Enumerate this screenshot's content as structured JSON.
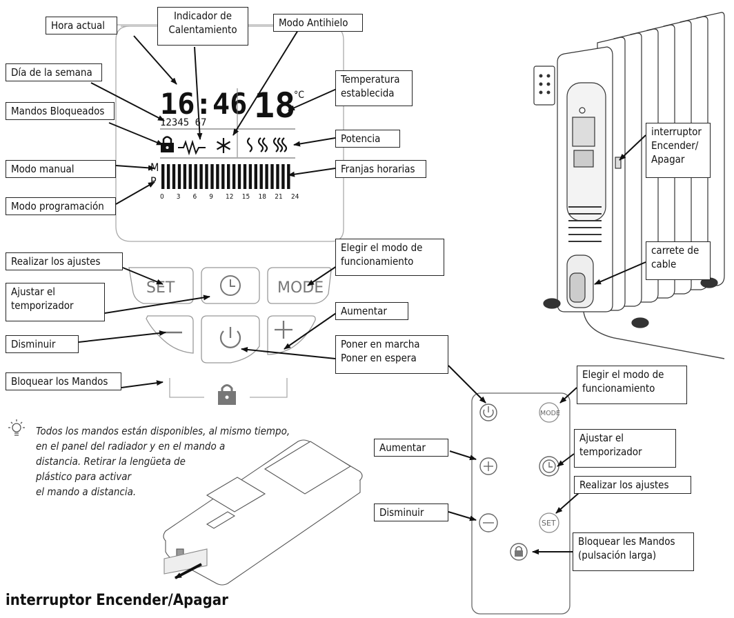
{
  "labels": {
    "hora_actual": "Hora actual",
    "indicador": [
      "Indicador de",
      "Calentamiento"
    ],
    "modo_antihielo": "Modo Antihielo",
    "dia_semana": "Día de la semana",
    "temperatura": [
      "Temperatura",
      "establecida"
    ],
    "mandos_bloqueados": "Mandos Bloqueados",
    "potencia": "Potencia",
    "modo_manual": "Modo manual",
    "franjas": "Franjas horarias",
    "modo_programacion": "Modo programación",
    "realizar_ajustes": "Realizar los ajustes",
    "elegir_modo": [
      "Elegir el modo de",
      "funcionamiento"
    ],
    "ajustar_temporizador": [
      "Ajustar el",
      "temporizador"
    ],
    "aumentar": "Aumentar",
    "disminuir": "Disminuir",
    "poner_marcha": [
      "Poner en marcha",
      "Poner en espera"
    ],
    "bloquear_mandos": "Bloquear los Mandos",
    "interruptor": [
      "interruptor",
      "Encender/",
      "Apagar"
    ],
    "carrete": [
      "carrete de",
      "cable"
    ]
  },
  "remote_labels": {
    "elegir_modo": [
      "Elegir el modo de",
      "funcionamiento"
    ],
    "aumentar": "Aumentar",
    "ajustar_temporizador": [
      "Ajustar el",
      "temporizador"
    ],
    "realizar_ajustes": "Realizar los ajustes",
    "disminuir": "Disminuir",
    "bloquear": [
      "Bloquear les Mandos",
      "(pulsación larga)"
    ]
  },
  "display": {
    "time": "16:46",
    "days": "12345 67",
    "temp": "18",
    "temp_unit": "°C",
    "mode_m": "M",
    "mode_p": "P",
    "hours": [
      "0",
      "3",
      "6",
      "9",
      "12",
      "15",
      "18",
      "21",
      "24"
    ]
  },
  "buttons": {
    "set": "SET",
    "mode": "MODE",
    "remote_mode": "MODE",
    "remote_set": "SET"
  },
  "note": [
    "Todos los mandos están disponibles, al mismo tiempo,",
    "en el panel del radiador y en el mando a",
    "distancia. Retirar la lengüeta de",
    "plástico para activar",
    "el mando a distancia."
  ],
  "footer_title": "interruptor Encender/Apagar"
}
